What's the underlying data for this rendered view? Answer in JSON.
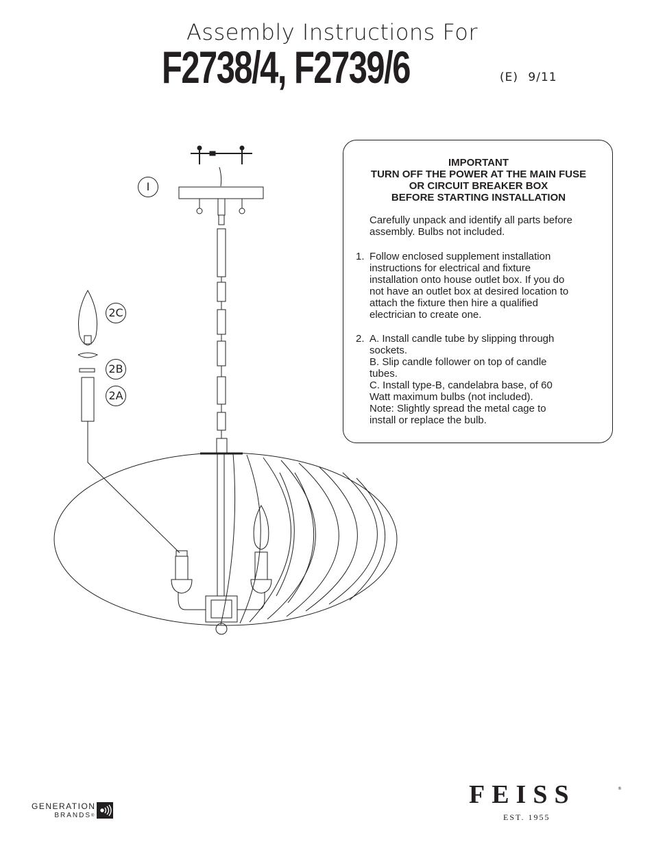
{
  "header": {
    "subtitle": "Assembly Instructions For",
    "models": "F2738/4, F2739/6",
    "revision": "(E)  9/11"
  },
  "important_box": {
    "heading": [
      "IMPORTANT",
      "TURN OFF THE POWER AT THE MAIN FUSE",
      "OR CIRCUIT BREAKER BOX",
      "BEFORE STARTING INSTALLATION"
    ],
    "intro": [
      "Carefully unpack and identify all parts before",
      "assembly.  Bulbs not included."
    ],
    "step1_num": "1.",
    "step1": [
      "Follow enclosed supplement installation",
      "instructions for electrical and fixture",
      "installation onto house outlet box. If you do",
      "not have an outlet box at desired location to",
      "attach the fixture then hire a qualified",
      "electrician to create one."
    ],
    "step2_num": "2.",
    "step2": [
      "A.  Install candle tube by slipping through",
      "sockets.",
      "B.  Slip candle follower on top of candle",
      "tubes.",
      "C.  Install type-B, candelabra base, of 60",
      "Watt maximum bulbs (not included).",
      "Note: Slightly spread the metal cage to",
      "install or replace the bulb."
    ]
  },
  "callouts": {
    "c1": "I",
    "c2c": "2C",
    "c2b": "2B",
    "c2a": "2A"
  },
  "footer": {
    "generation": "GENERATION",
    "brands": "BRANDS",
    "brand_mark": "®",
    "feiss": "FEISS",
    "feiss_mark": "®",
    "est": "EST. 1955"
  }
}
